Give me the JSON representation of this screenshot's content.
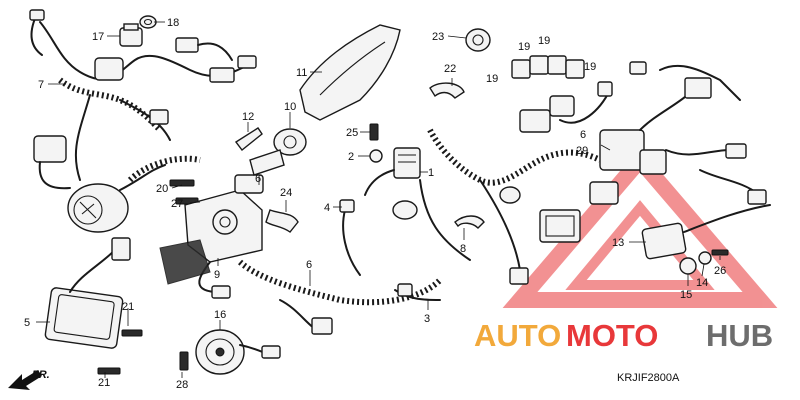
{
  "callouts": [
    {
      "id": "c-1",
      "text": "1"
    },
    {
      "id": "c-2",
      "text": "2"
    },
    {
      "id": "c-3",
      "text": "3"
    },
    {
      "id": "c-4",
      "text": "4"
    },
    {
      "id": "c-5",
      "text": "5"
    },
    {
      "id": "c-6a",
      "text": "6"
    },
    {
      "id": "c-6b",
      "text": "6"
    },
    {
      "id": "c-6c",
      "text": "6"
    },
    {
      "id": "c-7",
      "text": "7"
    },
    {
      "id": "c-8",
      "text": "8"
    },
    {
      "id": "c-9",
      "text": "9"
    },
    {
      "id": "c-10",
      "text": "10"
    },
    {
      "id": "c-11",
      "text": "11"
    },
    {
      "id": "c-12",
      "text": "12"
    },
    {
      "id": "c-13",
      "text": "13"
    },
    {
      "id": "c-14",
      "text": "14"
    },
    {
      "id": "c-15",
      "text": "15"
    },
    {
      "id": "c-16",
      "text": "16"
    },
    {
      "id": "c-17",
      "text": "17"
    },
    {
      "id": "c-18",
      "text": "18"
    },
    {
      "id": "c-19a",
      "text": "19"
    },
    {
      "id": "c-19b",
      "text": "19"
    },
    {
      "id": "c-19c",
      "text": "19"
    },
    {
      "id": "c-19d",
      "text": "19"
    },
    {
      "id": "c-20",
      "text": "20"
    },
    {
      "id": "c-21a",
      "text": "21"
    },
    {
      "id": "c-21b",
      "text": "21"
    },
    {
      "id": "c-22",
      "text": "22"
    },
    {
      "id": "c-23",
      "text": "23"
    },
    {
      "id": "c-24",
      "text": "24"
    },
    {
      "id": "c-25",
      "text": "25"
    },
    {
      "id": "c-26",
      "text": "26"
    },
    {
      "id": "c-27",
      "text": "27"
    },
    {
      "id": "c-28",
      "text": "28"
    },
    {
      "id": "c-29",
      "text": "29"
    }
  ],
  "direction_label": "FR.",
  "diagram_code": "KRJIF2800A",
  "watermark": {
    "word_part1": "AUTO",
    "word_part2": "MOTO",
    "word_part3": "HUB",
    "color_red": "#e8383a",
    "color_orange": "#f2a93b",
    "color_gray": "#6d6d6d"
  }
}
